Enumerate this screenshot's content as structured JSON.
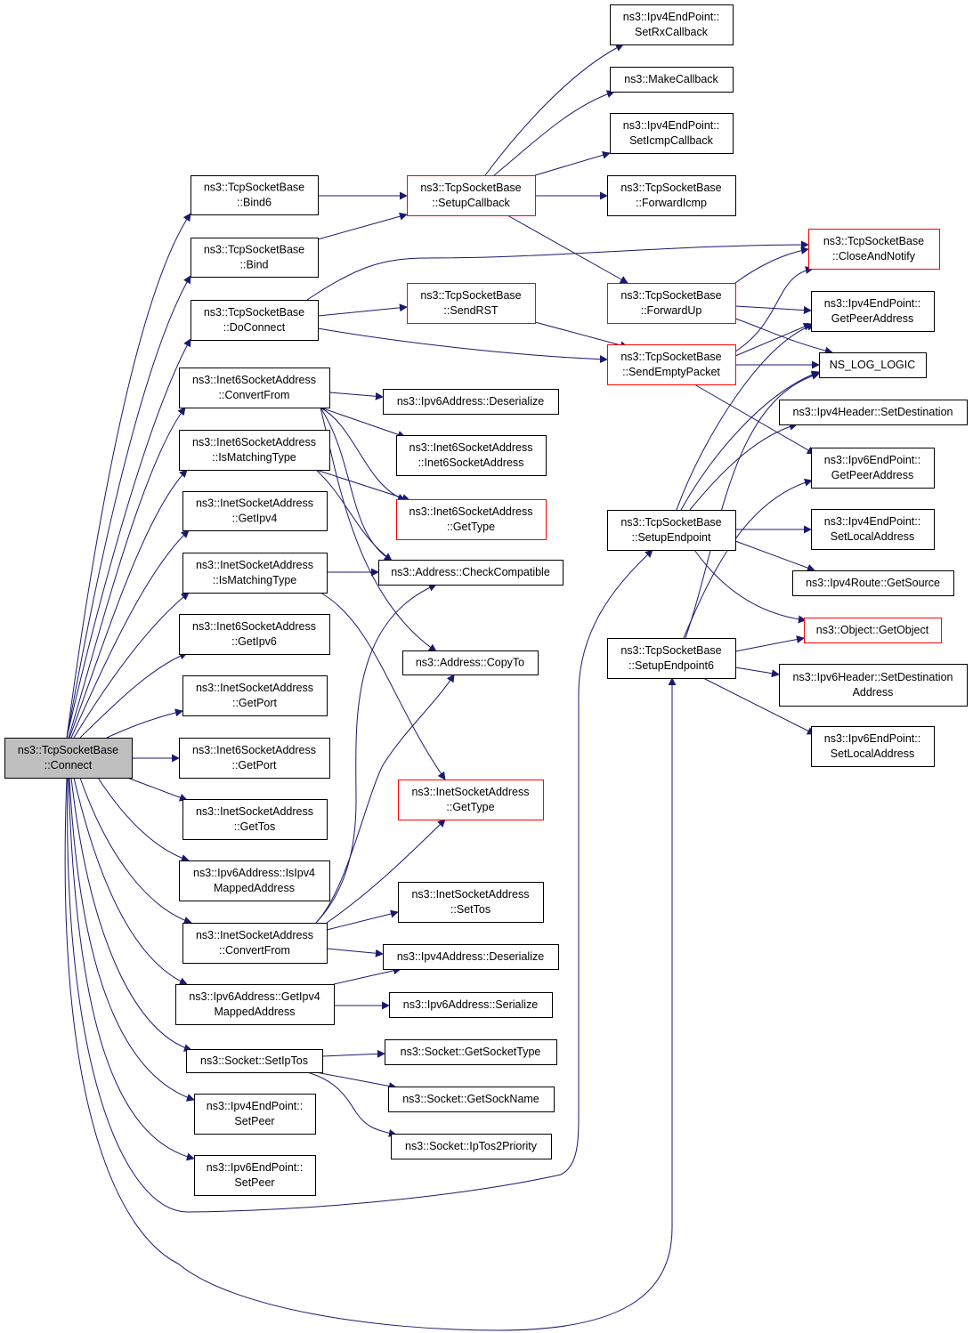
{
  "nodes": [
    {
      "id": "connect",
      "lines": [
        "ns3::TcpSocketBase",
        "::Connect"
      ],
      "style": "root"
    },
    {
      "id": "bind6",
      "lines": [
        "ns3::TcpSocketBase",
        "::Bind6"
      ],
      "style": "normal"
    },
    {
      "id": "bind",
      "lines": [
        "ns3::TcpSocketBase",
        "::Bind"
      ],
      "style": "normal"
    },
    {
      "id": "doconnect",
      "lines": [
        "ns3::TcpSocketBase",
        "::DoConnect"
      ],
      "style": "normal"
    },
    {
      "id": "i6_convertfrom",
      "lines": [
        "ns3::Inet6SocketAddress",
        "::ConvertFrom"
      ],
      "style": "normal"
    },
    {
      "id": "i6_ismatching",
      "lines": [
        "ns3::Inet6SocketAddress",
        "::IsMatchingType"
      ],
      "style": "normal"
    },
    {
      "id": "i_getipv4",
      "lines": [
        "ns3::InetSocketAddress",
        "::GetIpv4"
      ],
      "style": "normal"
    },
    {
      "id": "i_ismatching",
      "lines": [
        "ns3::InetSocketAddress",
        "::IsMatchingType"
      ],
      "style": "normal"
    },
    {
      "id": "i6_getipv6",
      "lines": [
        "ns3::Inet6SocketAddress",
        "::GetIpv6"
      ],
      "style": "normal"
    },
    {
      "id": "i_getport",
      "lines": [
        "ns3::InetSocketAddress",
        "::GetPort"
      ],
      "style": "normal"
    },
    {
      "id": "i6_getport",
      "lines": [
        "ns3::Inet6SocketAddress",
        "::GetPort"
      ],
      "style": "normal"
    },
    {
      "id": "i_gettos",
      "lines": [
        "ns3::InetSocketAddress",
        "::GetTos"
      ],
      "style": "normal"
    },
    {
      "id": "ipv6_isipv4mapped",
      "lines": [
        "ns3::Ipv6Address::IsIpv4",
        "MappedAddress"
      ],
      "style": "normal"
    },
    {
      "id": "i_convertfrom",
      "lines": [
        "ns3::InetSocketAddress",
        "::ConvertFrom"
      ],
      "style": "normal"
    },
    {
      "id": "ipv6_getipv4mapped",
      "lines": [
        "ns3::Ipv6Address::GetIpv4",
        "MappedAddress"
      ],
      "style": "normal"
    },
    {
      "id": "socket_setiptos",
      "lines": [
        "ns3::Socket::SetIpTos"
      ],
      "style": "normal"
    },
    {
      "id": "ipv4ep_setpeer",
      "lines": [
        "ns3::Ipv4EndPoint::",
        "SetPeer"
      ],
      "style": "normal"
    },
    {
      "id": "ipv6ep_setpeer",
      "lines": [
        "ns3::Ipv6EndPoint::",
        "SetPeer"
      ],
      "style": "normal"
    },
    {
      "id": "setupcallback",
      "lines": [
        "ns3::TcpSocketBase",
        "::SetupCallback"
      ],
      "style": "red"
    },
    {
      "id": "sendrst",
      "lines": [
        "ns3::TcpSocketBase",
        "::SendRST"
      ],
      "style": "red"
    },
    {
      "id": "ipv6_deserialize",
      "lines": [
        "ns3::Ipv6Address::Deserialize"
      ],
      "style": "normal"
    },
    {
      "id": "i6_ctor",
      "lines": [
        "ns3::Inet6SocketAddress",
        "::Inet6SocketAddress"
      ],
      "style": "normal"
    },
    {
      "id": "i6_gettype",
      "lines": [
        "ns3::Inet6SocketAddress",
        "::GetType"
      ],
      "style": "red"
    },
    {
      "id": "addr_checkcompat",
      "lines": [
        "ns3::Address::CheckCompatible"
      ],
      "style": "normal"
    },
    {
      "id": "addr_copyto",
      "lines": [
        "ns3::Address::CopyTo"
      ],
      "style": "normal"
    },
    {
      "id": "i_gettype",
      "lines": [
        "ns3::InetSocketAddress",
        "::GetType"
      ],
      "style": "red"
    },
    {
      "id": "i_settos",
      "lines": [
        "ns3::InetSocketAddress",
        "::SetTos"
      ],
      "style": "normal"
    },
    {
      "id": "ipv4_deserialize",
      "lines": [
        "ns3::Ipv4Address::Deserialize"
      ],
      "style": "normal"
    },
    {
      "id": "ipv6_serialize",
      "lines": [
        "ns3::Ipv6Address::Serialize"
      ],
      "style": "normal"
    },
    {
      "id": "socket_getsockettype",
      "lines": [
        "ns3::Socket::GetSocketType"
      ],
      "style": "normal"
    },
    {
      "id": "socket_getsockname",
      "lines": [
        "ns3::Socket::GetSockName"
      ],
      "style": "normal"
    },
    {
      "id": "socket_iptos2prio",
      "lines": [
        "ns3::Socket::IpTos2Priority"
      ],
      "style": "normal"
    },
    {
      "id": "ipv4ep_setrxcb",
      "lines": [
        "ns3::Ipv4EndPoint::",
        "SetRxCallback"
      ],
      "style": "normal"
    },
    {
      "id": "makecallback",
      "lines": [
        "ns3::MakeCallback"
      ],
      "style": "normal"
    },
    {
      "id": "ipv4ep_seticmpcb",
      "lines": [
        "ns3::Ipv4EndPoint::",
        "SetIcmpCallback"
      ],
      "style": "normal"
    },
    {
      "id": "forwardicmp",
      "lines": [
        "ns3::TcpSocketBase",
        "::ForwardIcmp"
      ],
      "style": "normal"
    },
    {
      "id": "forwardup",
      "lines": [
        "ns3::TcpSocketBase",
        "::ForwardUp"
      ],
      "style": "red"
    },
    {
      "id": "sendemptypacket",
      "lines": [
        "ns3::TcpSocketBase",
        "::SendEmptyPacket"
      ],
      "style": "red"
    },
    {
      "id": "setupendpoint",
      "lines": [
        "ns3::TcpSocketBase",
        "::SetupEndpoint"
      ],
      "style": "normal"
    },
    {
      "id": "setupendpoint6",
      "lines": [
        "ns3::TcpSocketBase",
        "::SetupEndpoint6"
      ],
      "style": "normal"
    },
    {
      "id": "closeandnotify",
      "lines": [
        "ns3::TcpSocketBase",
        "::CloseAndNotify"
      ],
      "style": "red"
    },
    {
      "id": "ipv4ep_getpeeraddr",
      "lines": [
        "ns3::Ipv4EndPoint::",
        "GetPeerAddress"
      ],
      "style": "normal"
    },
    {
      "id": "ns_log_logic",
      "lines": [
        "NS_LOG_LOGIC"
      ],
      "style": "normal"
    },
    {
      "id": "ipv4hdr_setdest",
      "lines": [
        "ns3::Ipv4Header::SetDestination"
      ],
      "style": "normal"
    },
    {
      "id": "ipv6ep_getpeeraddr",
      "lines": [
        "ns3::Ipv6EndPoint::",
        "GetPeerAddress"
      ],
      "style": "normal"
    },
    {
      "id": "ipv4ep_setlocaladdr",
      "lines": [
        "ns3::Ipv4EndPoint::",
        "SetLocalAddress"
      ],
      "style": "normal"
    },
    {
      "id": "ipv4route_getsource",
      "lines": [
        "ns3::Ipv4Route::GetSource"
      ],
      "style": "normal"
    },
    {
      "id": "object_getobject",
      "lines": [
        "ns3::Object::GetObject"
      ],
      "style": "red"
    },
    {
      "id": "ipv6hdr_setdest",
      "lines": [
        "ns3::Ipv6Header::SetDestination",
        "Address"
      ],
      "style": "normal"
    },
    {
      "id": "ipv6ep_setlocaladdr",
      "lines": [
        "ns3::Ipv6EndPoint::",
        "SetLocalAddress"
      ],
      "style": "normal"
    }
  ]
}
